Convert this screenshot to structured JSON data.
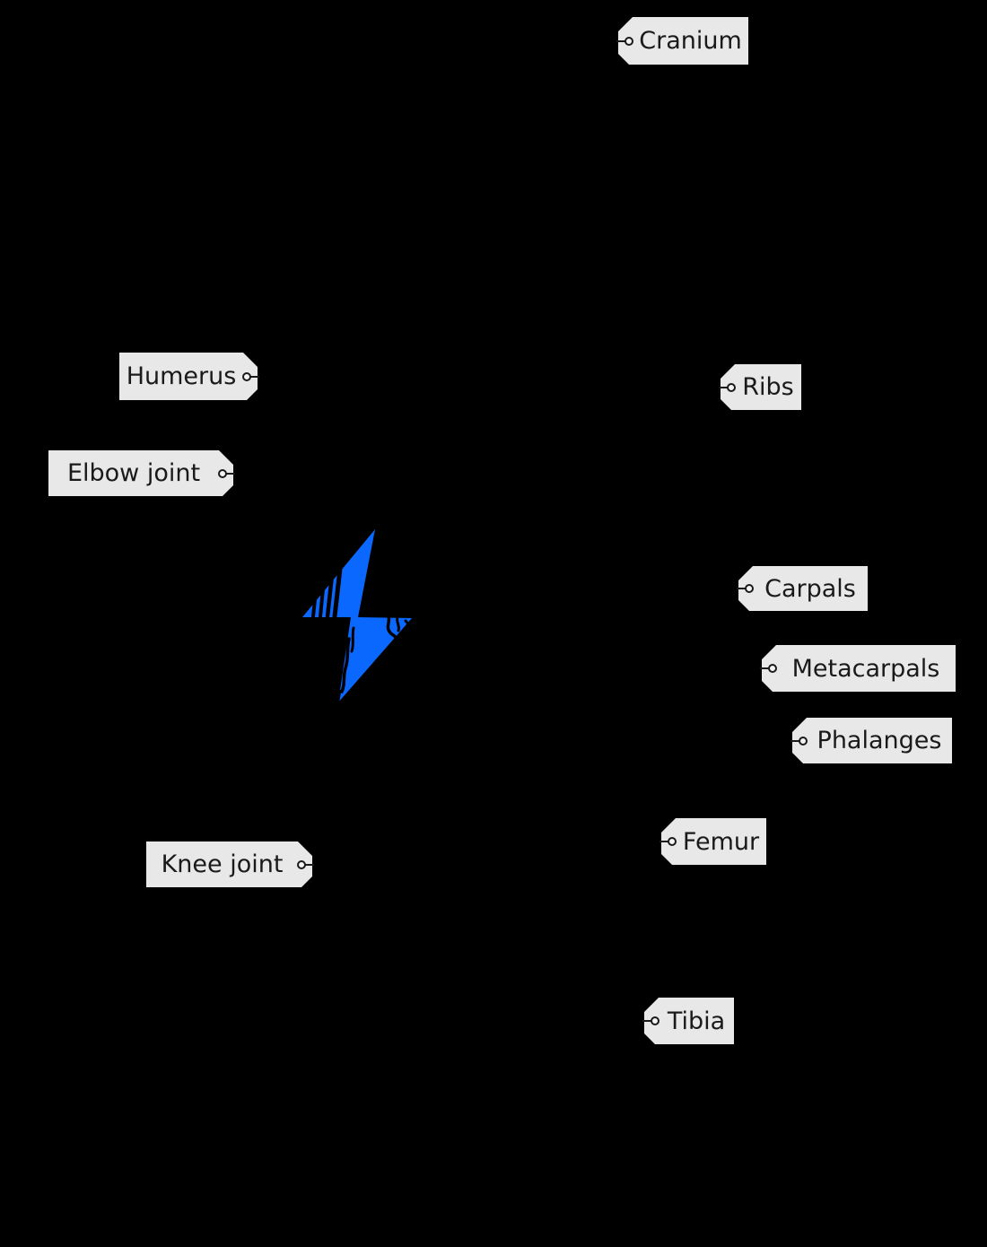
{
  "diagram": {
    "background_color": "#000000",
    "tag_fill": "#e8e8e8",
    "tag_text_color": "#1a1a1a",
    "bolt_color": "#0a68ff"
  },
  "labels": [
    {
      "text": "Cranium"
    },
    {
      "text": "Humerus"
    },
    {
      "text": "Ribs"
    },
    {
      "text": "Elbow joint"
    },
    {
      "text": "Carpals"
    },
    {
      "text": "Metacarpals"
    },
    {
      "text": "Phalanges"
    },
    {
      "text": "Femur"
    },
    {
      "text": "Knee joint"
    },
    {
      "text": "Tibia"
    }
  ]
}
